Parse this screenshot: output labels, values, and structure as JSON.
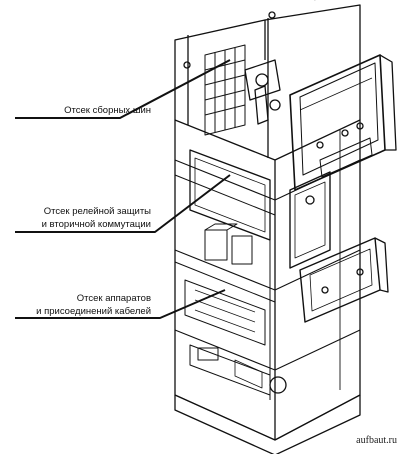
{
  "labels": {
    "busbar": "Отсек сборных шин",
    "relay_line1": "Отсек релейной защиты",
    "relay_line2": "и вторичной коммутации",
    "apparatus_line1": "Отсек аппаратов",
    "apparatus_line2": "и присоединений кабелей"
  },
  "watermark": "aufbaut.ru"
}
